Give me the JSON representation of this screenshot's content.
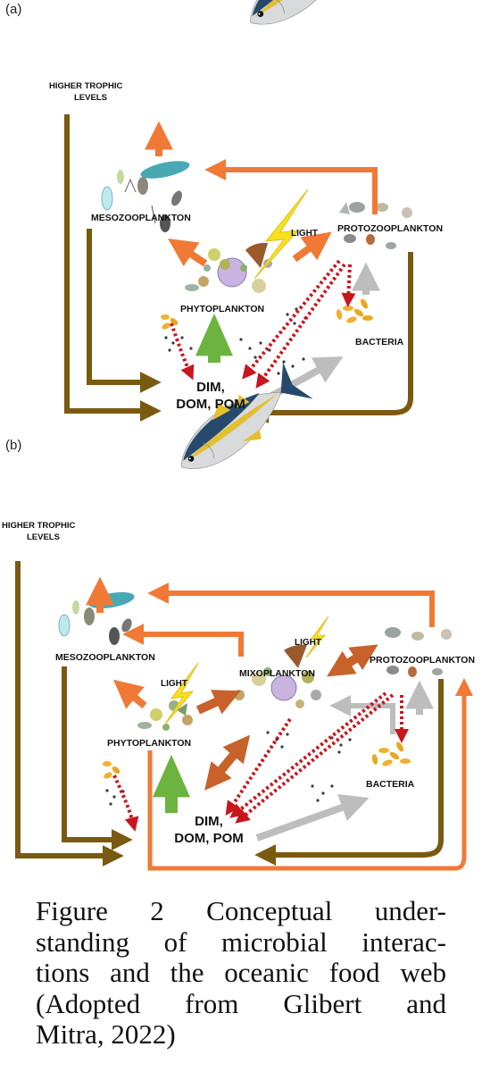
{
  "panels": [
    {
      "id": "a",
      "label": "(a)",
      "nodes": {
        "higher_trophic": [
          "HIGHER TROPHIC",
          "LEVELS"
        ],
        "mesozooplankton": "MESOZOOPLANKTON",
        "protozooplankton": "PROTOZOOPLANKTON",
        "phytoplankton": "PHYTOPLANKTON",
        "light": "LIGHT",
        "bacteria": "BACTERIA",
        "pool": [
          "DIM,",
          "DOM, POM"
        ]
      }
    },
    {
      "id": "b",
      "label": "(b)",
      "nodes": {
        "higher_trophic": [
          "HIGHER TROPHIC",
          "LEVELS"
        ],
        "mesozooplankton": "MESOZOOPLANKTON",
        "protozooplankton": "PROTOZOOPLANKTON",
        "mixoplankton": "MIXOPLANKTON",
        "phytoplankton": "PHYTOPLANKTON",
        "light_1": "LIGHT",
        "light_2": "LIGHT",
        "bacteria": "BACTERIA",
        "pool": [
          "DIM,",
          "DOM, POM"
        ]
      }
    }
  ],
  "caption": [
    "Figure 2 Conceptual under-",
    "standing of microbial interac-",
    "tions and the oceanic food web",
    "(Adopted from Glibert and",
    "Mitra, 2022)"
  ],
  "colors": {
    "grazing_arrow": "#f07a35",
    "mixo_arrow": "#c8612a",
    "return_arrow": "#7a5a10",
    "nutrient_arrow": "#6cb33f",
    "bacteria_arrow": "#bdbdbd",
    "excretion_arrow": "#c8161d",
    "light": "#f6e11c"
  },
  "icons": [
    "tuna-fish-icon",
    "lightning-icon",
    "plankton-cluster-icon",
    "bacteria-cluster-icon",
    "particle-dots-icon"
  ]
}
